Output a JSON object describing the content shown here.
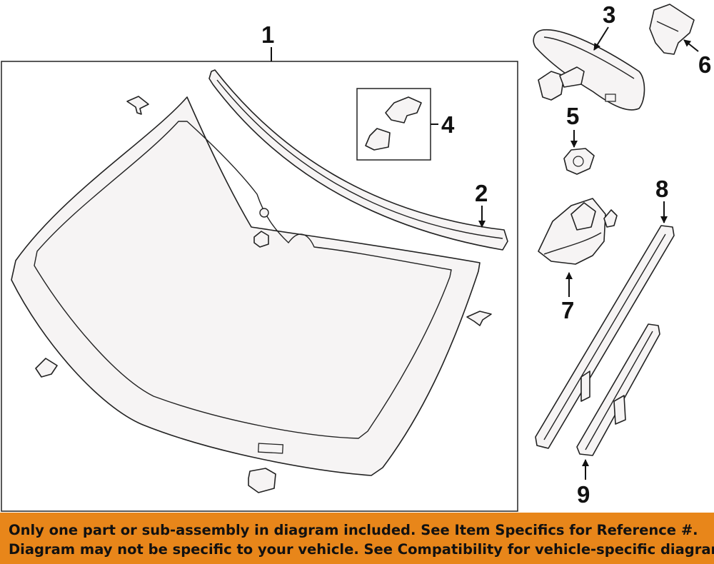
{
  "callouts": {
    "c1": "1",
    "c2": "2",
    "c3": "3",
    "c4": "4",
    "c5": "5",
    "c6": "6",
    "c7": "7",
    "c8": "8",
    "c9": "9"
  },
  "footer": {
    "line1": "Only one part or sub-assembly in diagram included. See Item Specifics for Reference #.",
    "line2": "Diagram may not be specific to your vehicle. See Compatibility for vehicle-specific diagrams."
  },
  "colors": {
    "banner": "#e8861a",
    "line": "#222222"
  }
}
